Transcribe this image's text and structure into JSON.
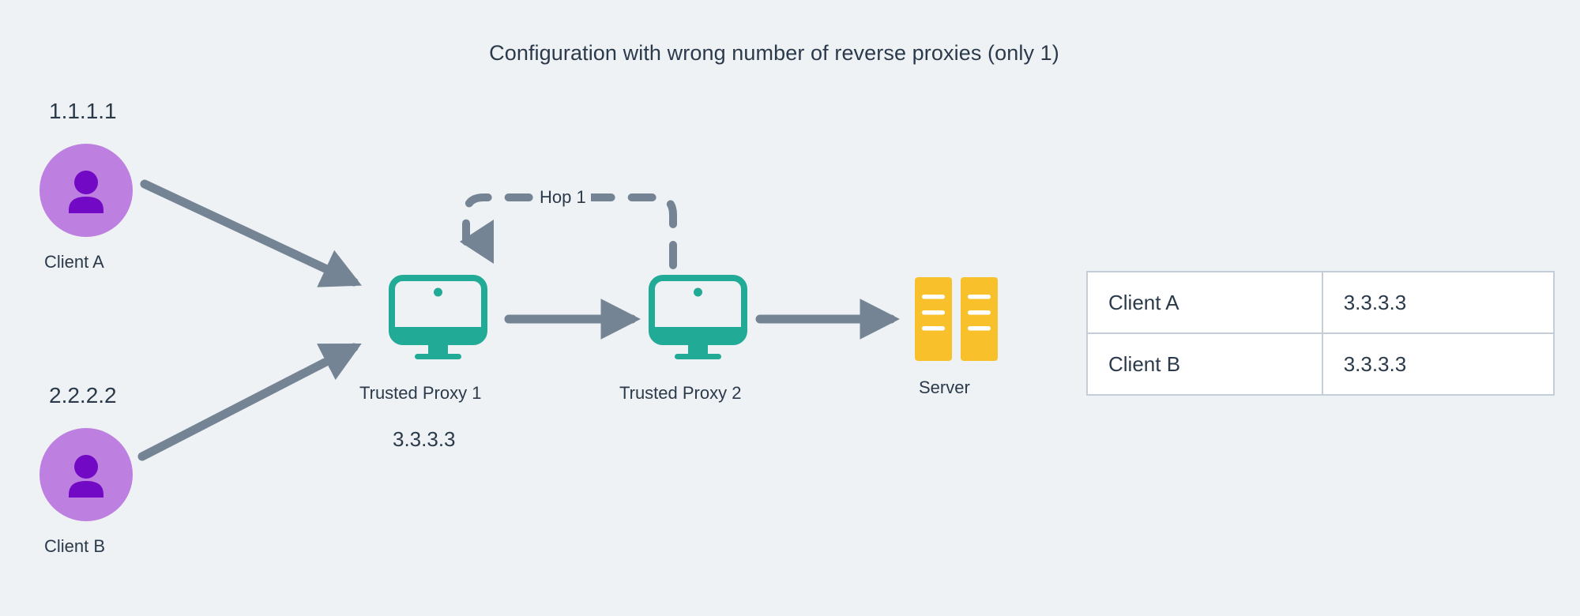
{
  "title": "Configuration with wrong number of reverse proxies (only 1)",
  "colors": {
    "background": "#eff2f5",
    "text": "#2b3a4a",
    "client_circle": "#bd7fe0",
    "client_glyph": "#7209c4",
    "proxy_teal": "#21ab96",
    "server_yellow": "#f8c12c",
    "arrow_gray": "#748494",
    "table_border": "#c3ced9",
    "table_cell": "#ffffff"
  },
  "clients": [
    {
      "ip": "1.1.1.1",
      "label": "Client A",
      "icon": "user-avatar-icon"
    },
    {
      "ip": "2.2.2.2",
      "label": "Client B",
      "icon": "user-avatar-icon"
    }
  ],
  "proxies": [
    {
      "label": "Trusted Proxy 1",
      "ip": "3.3.3.3",
      "icon": "monitor-icon"
    },
    {
      "label": "Trusted Proxy 2",
      "ip": "",
      "icon": "monitor-icon"
    }
  ],
  "server": {
    "label": "Server",
    "icon": "server-rack-icon"
  },
  "hop": {
    "label": "Hop 1"
  },
  "result_table": {
    "rows": [
      {
        "client": "Client A",
        "ip": "3.3.3.3"
      },
      {
        "client": "Client B",
        "ip": "3.3.3.3"
      }
    ]
  }
}
